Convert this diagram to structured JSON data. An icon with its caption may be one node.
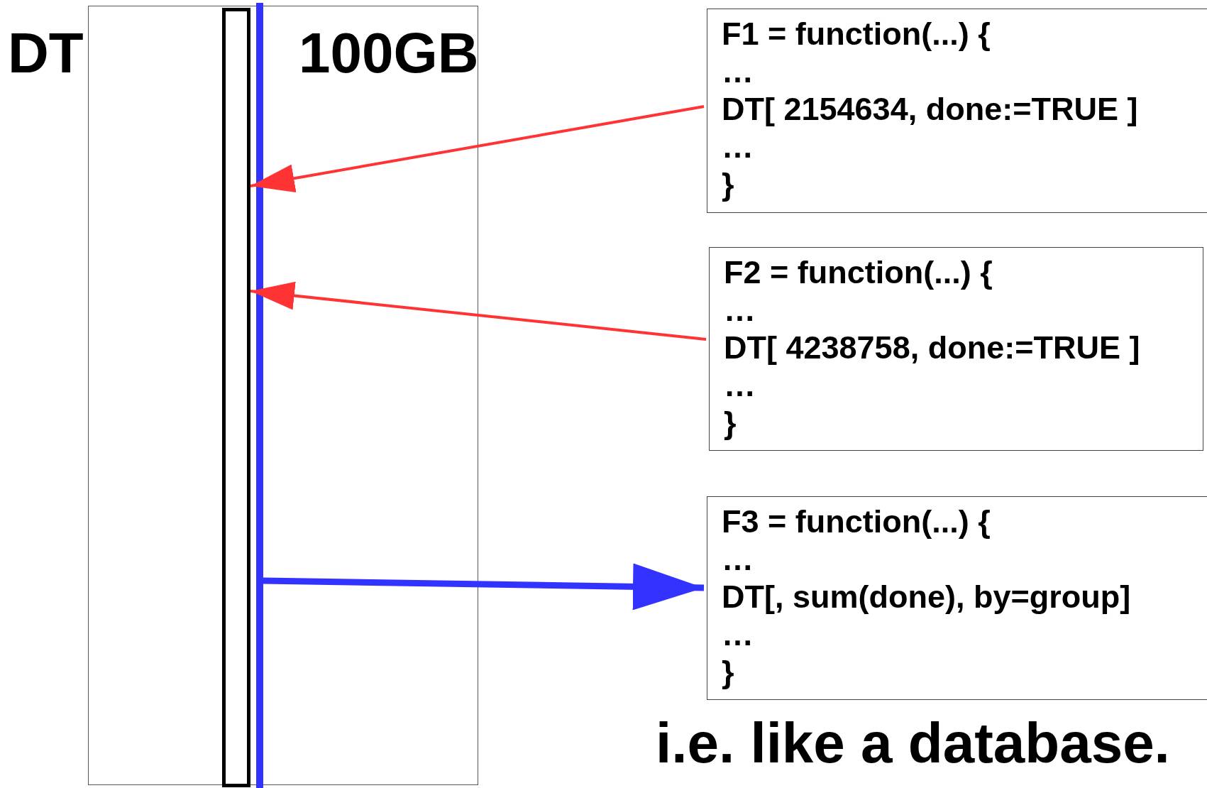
{
  "diagram": {
    "nodes": [
      {
        "text": [
          "DT",
          "100GB"
        ]
      },
      {
        "text": [],
        "shape": "box",
        "in": 0
      },
      {
        "text": [],
        "shape": "bar",
        "in": 0
      },
      {
        "text": [
          "F1 = function(...) {",
          "…",
          "DT[ 2154634, done:=TRUE ]",
          "…",
          "}"
        ]
      },
      {
        "text": [
          "F2 = function(...) {",
          "…",
          "DT[ 4238758, done:=TRUE ]",
          "…",
          "}"
        ]
      },
      {
        "text": [
          "F3 = function(...) {",
          "…",
          "DT[, sum(done), by=group]",
          "…",
          "}"
        ]
      }
    ],
    "edges": [
      {
        "from": 3,
        "to": 1,
        "arrow": "to",
        "color": "#ff3333"
      },
      {
        "from": 4,
        "to": 1,
        "arrow": "to",
        "color": "#ff3333"
      },
      {
        "from": 2,
        "to": 5,
        "arrow": "to",
        "style": "thick",
        "color": "#3333ff"
      }
    ],
    "labels": [
      "i.e. like a database."
    ]
  }
}
